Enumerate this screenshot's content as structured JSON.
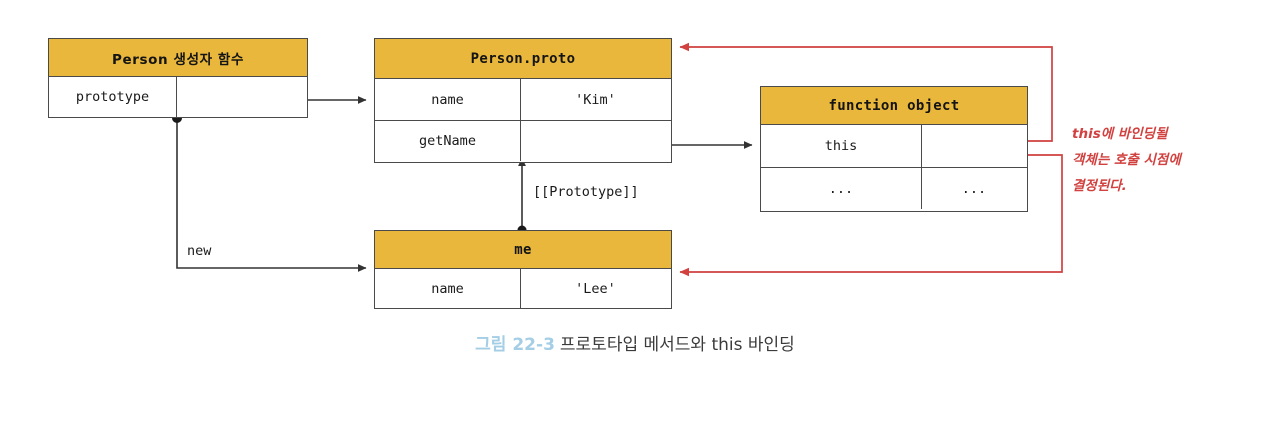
{
  "diagram": {
    "title_caption": {
      "figure_number": "그림 22-3",
      "text": "프로토타입 메서드와 this 바인딩",
      "figure_number_color": "#a4cde6",
      "text_color": "#3b3b3b"
    },
    "palette": {
      "header_fill": "#e9b73c",
      "box_stroke": "#4a4a4a",
      "arrow_black": "#333333",
      "arrow_red": "#d1413f",
      "background": "#ffffff"
    },
    "boxes": [
      {
        "id": "person-constructor",
        "header": "Person 생성자 함수",
        "rows": [
          {
            "key": "prototype",
            "value": ""
          }
        ]
      },
      {
        "id": "person-prototype",
        "header": "Person.proto",
        "rows": [
          {
            "key": "name",
            "value": "'Kim'"
          },
          {
            "key": "getName",
            "value": ""
          }
        ]
      },
      {
        "id": "function-object",
        "header": "function object",
        "rows": [
          {
            "key": "this",
            "value": ""
          },
          {
            "key": "...",
            "value": "..."
          }
        ]
      },
      {
        "id": "me-object",
        "header": "me",
        "rows": [
          {
            "key": "name",
            "value": "'Lee'"
          }
        ]
      }
    ],
    "edge_labels": {
      "prototype_link": "[[Prototype]]",
      "new_operator": "new"
    },
    "annotation": {
      "line1": "this에 바인딩될",
      "line2": "객체는 호출 시점에",
      "line3": "결정된다."
    }
  }
}
